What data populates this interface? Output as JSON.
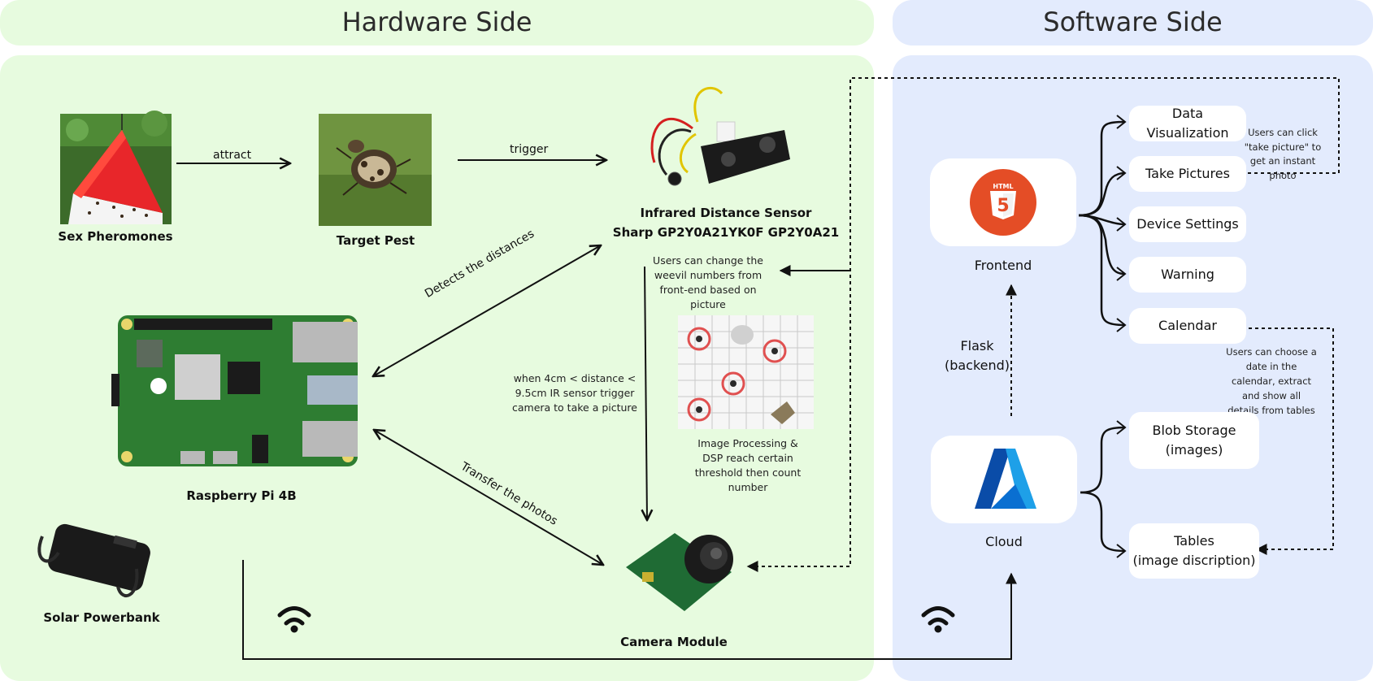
{
  "headers": {
    "hardware": "Hardware Side",
    "software": "Software Side"
  },
  "hardware": {
    "sex_pheromones": "Sex Pheromones",
    "target_pest": "Target Pest",
    "sensor_line1": "Infrared Distance Sensor",
    "sensor_line2": "Sharp GP2Y0A21YK0F GP2Y0A21",
    "raspberry_pi": "Raspberry Pi 4B",
    "powerbank": "Solar Powerbank",
    "camera": "Camera Module"
  },
  "edges": {
    "attract": "attract",
    "trigger": "trigger",
    "detects": "Detects the distances",
    "transfer": "Transfer the photos"
  },
  "notes": {
    "change_numbers": "Users can change the weevil numbers from front-end based on picture",
    "trigger_condition": "when 4cm < distance < 9.5cm IR sensor trigger camera to take a picture",
    "image_processing": "Image Processing & DSP reach certain threshold then count number",
    "take_picture": "Users can click \"take picture\" to get an instant photo",
    "calendar_note": "Users can choose a date in the calendar, extract and show all details from tables"
  },
  "software": {
    "frontend": "Frontend",
    "cloud": "Cloud",
    "flask": "Flask\n(backend)",
    "frontend_items": [
      "Data Visualization",
      "Take Pictures",
      "Device Settings",
      "Warning",
      "Calendar"
    ],
    "cloud_items": [
      "Blob Storage\n(images)",
      "Tables\n(image discription)"
    ],
    "html_badge": "HTML"
  },
  "colors": {
    "hardware_bg": "#e7fbdf",
    "software_bg": "#e3ebfd",
    "html5": "#e44d26",
    "azure": "#0a6fd1"
  }
}
